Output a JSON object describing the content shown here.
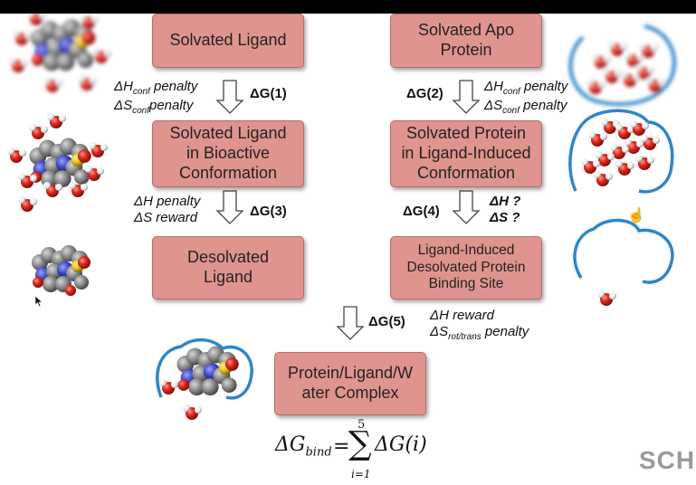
{
  "boxes": {
    "solvated_ligand": "Solvated Ligand",
    "solvated_apo": "Solvated Apo\nProtein",
    "bioactive": "Solvated Ligand\nin Bioactive\nConformation",
    "ligand_induced": "Solvated Protein\nin Ligand-Induced\nConformation",
    "desolvated_ligand": "Desolvated\nLigand",
    "binding_site": "Ligand-Induced\nDesolvated Protein\nBinding Site",
    "complex": "Protein/Ligand/W\nater Complex"
  },
  "steps": {
    "g1": "ΔG(1)",
    "g2": "ΔG(2)",
    "g3": "ΔG(3)",
    "g4": "ΔG(4)",
    "g5": "ΔG(5)"
  },
  "notes": {
    "n1a_pre": "ΔH",
    "n1a_sub": "conf",
    "n1a_post": " penalty",
    "n1b_pre": "ΔS",
    "n1b_sub": "conf",
    "n1b_post": "penalty",
    "n2a_pre": "ΔH",
    "n2a_sub": "conf",
    "n2a_post": " penalty",
    "n2b_pre": "ΔS",
    "n2b_sub": "conf",
    "n2b_post": " penalty",
    "n3a": "ΔH penalty",
    "n3b": "ΔS reward",
    "n4a": "ΔH ?",
    "n4b": "ΔS ?",
    "n5a": "ΔH reward",
    "n5b_pre": "ΔS",
    "n5b_sub": "rot/trans",
    "n5b_post": " penalty"
  },
  "equation": {
    "lhs": "ΔG",
    "lhs_sub": "bind",
    "equals": "=",
    "sum_upper": "5",
    "sum_lower": "i=1",
    "term": "ΔG(i)"
  },
  "watermark": "SCHI",
  "colors": {
    "box_fill": "#e0948f",
    "box_border": "#b96b66",
    "protein_outline": "#2f86c8",
    "water_oxygen": "#e02a1c",
    "carbon": "#8a8a8a",
    "nitrogen": "#3c48c8",
    "sulfur": "#e6c01a"
  },
  "icons": [
    "hand-cursor-icon",
    "arrow-cursor-icon"
  ]
}
